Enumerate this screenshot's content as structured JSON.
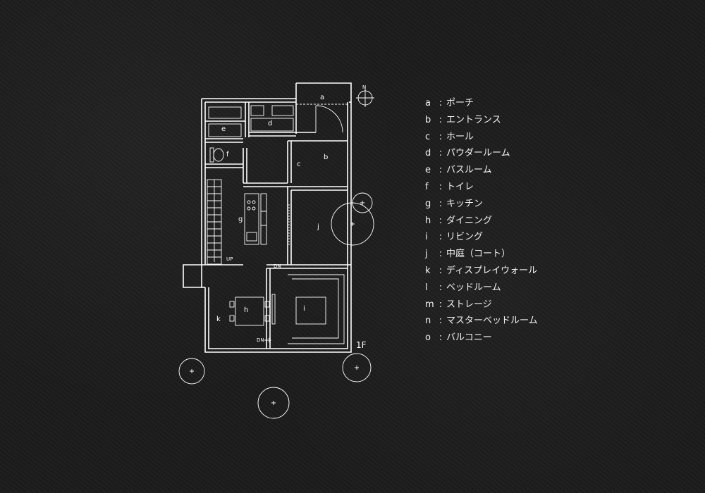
{
  "plan": {
    "floor": "1F",
    "north": "N",
    "room_labels": {
      "a": "a",
      "b": "b",
      "c": "c",
      "d": "d",
      "e": "e",
      "f": "f",
      "g": "g",
      "h": "h",
      "i": "i",
      "j": "j",
      "k": "k"
    },
    "stair_up": "UP",
    "stair_down_1": "DN",
    "stair_down_2": "DN"
  },
  "legend": {
    "separator": ":",
    "items": [
      {
        "key": "a",
        "name": "ポーチ"
      },
      {
        "key": "b",
        "name": "エントランス"
      },
      {
        "key": "c",
        "name": "ホール"
      },
      {
        "key": "d",
        "name": "パウダールーム"
      },
      {
        "key": "e",
        "name": "バスルーム"
      },
      {
        "key": "f",
        "name": "トイレ"
      },
      {
        "key": "g",
        "name": "キッチン"
      },
      {
        "key": "h",
        "name": "ダイニング"
      },
      {
        "key": "i",
        "name": "リビング"
      },
      {
        "key": "j",
        "name": "中庭（コート）"
      },
      {
        "key": "k",
        "name": "ディスプレイウォール"
      },
      {
        "key": "l",
        "name": "ベッドルーム"
      },
      {
        "key": "m",
        "name": "ストレージ"
      },
      {
        "key": "n",
        "name": "マスターベッドルーム"
      },
      {
        "key": "o",
        "name": "バルコニー"
      }
    ]
  },
  "colors": {
    "background": "#1c1c1c",
    "lines": "#ffffff",
    "text": "#f2f2f2"
  }
}
